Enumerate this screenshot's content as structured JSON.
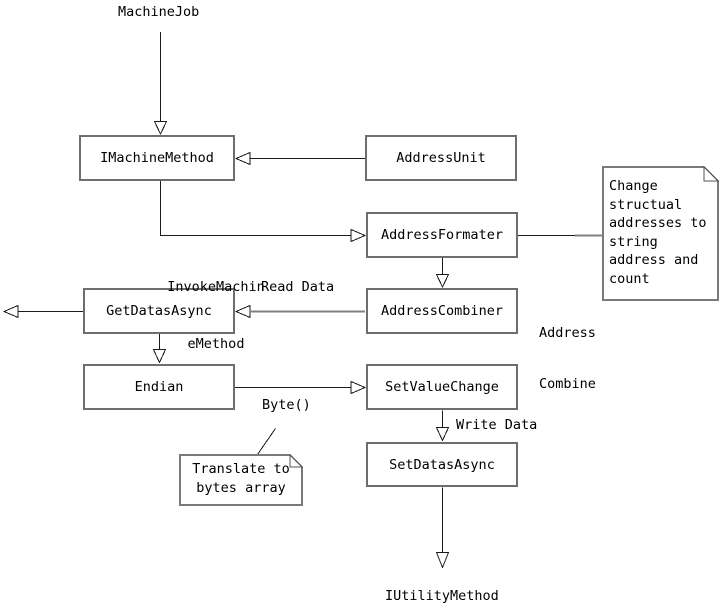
{
  "nodes": {
    "imachine_method": "IMachineMethod",
    "address_unit": "AddressUnit",
    "address_formater": "AddressFormater",
    "address_combiner": "AddressCombiner",
    "get_datas_async": "GetDatasAsync",
    "endian": "Endian",
    "set_value_change": "SetValueChange",
    "set_datas_async": "SetDatasAsync"
  },
  "free_labels": {
    "machine_job": "MachineJob",
    "iutility_method": "IUtilityMethod"
  },
  "edge_labels": {
    "invoke_machine_method": {
      "lines": [
        "InvokeMachin",
        "eMethod"
      ]
    },
    "read_data": "Read Data",
    "address_combine": {
      "lines": [
        "Address",
        "Combine"
      ]
    },
    "byte": "Byte()",
    "write_data": "Write Data"
  },
  "notes": {
    "change_structural": {
      "lines": [
        "Change",
        "structual",
        "addresses to",
        "string",
        "address and",
        "count"
      ]
    },
    "translate_bytes": {
      "lines": [
        "Translate to",
        "bytes array"
      ]
    }
  },
  "colors": {
    "background": "#ffffff",
    "box_border": "#6e6e6e",
    "note_border": "#7a7a7a",
    "connector": "#1a1a1a",
    "gray_connector": "#808080",
    "text": "#000000"
  }
}
